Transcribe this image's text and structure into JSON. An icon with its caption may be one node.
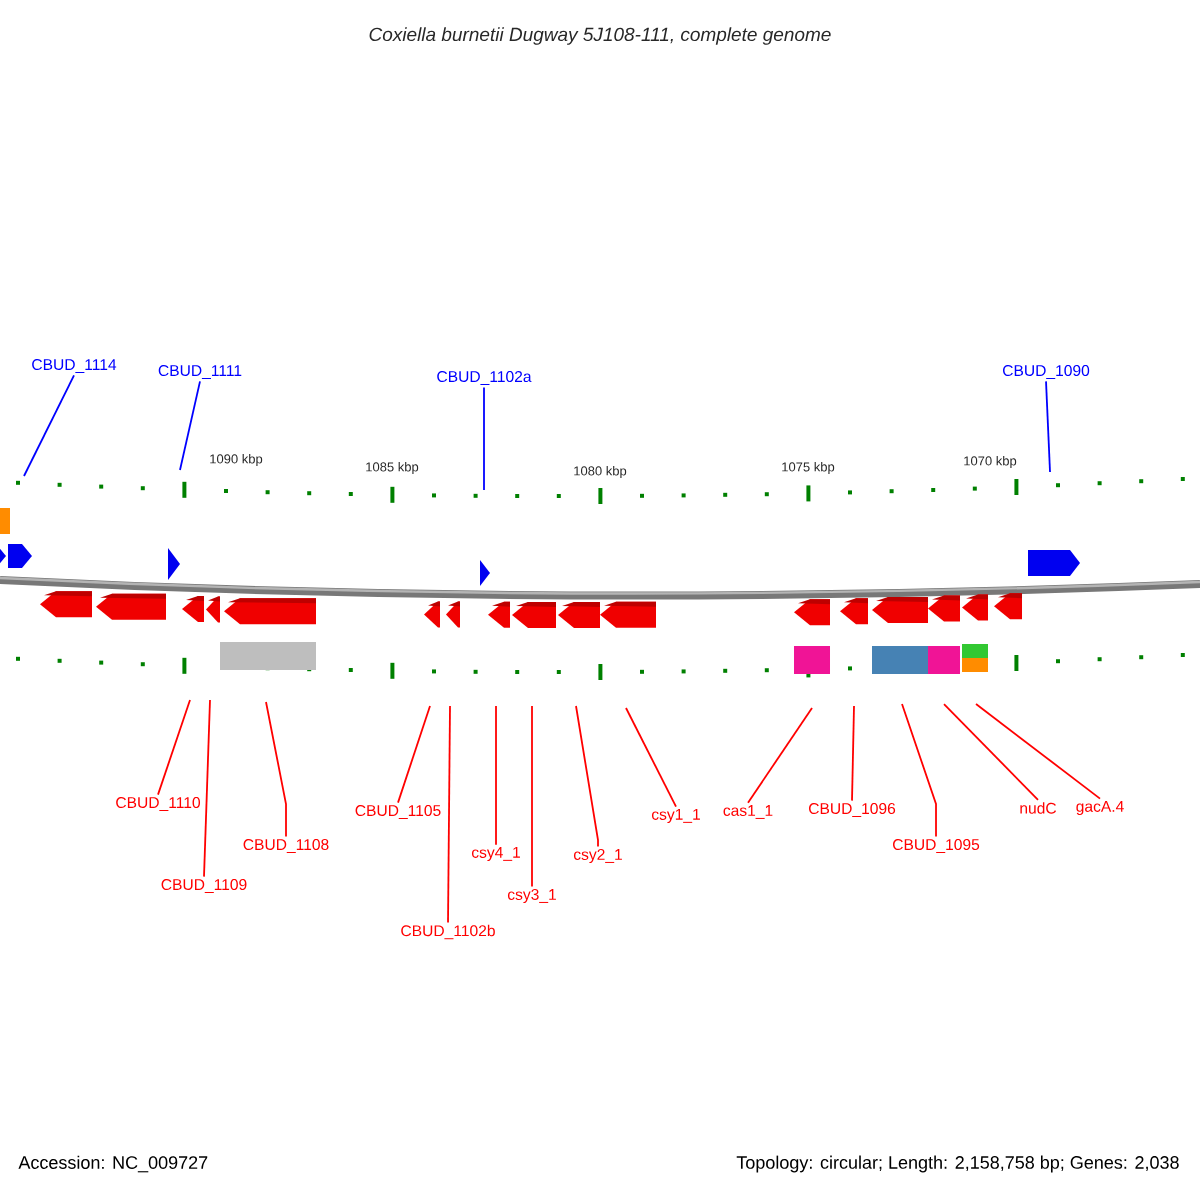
{
  "diagram": {
    "title": "Coxiella burnetii Dugway 5J108-111, complete genome",
    "nodes": [
      {
        "text": [
          "CBUD_1114"
        ]
      },
      {
        "text": [
          "CBUD_1111"
        ]
      },
      {
        "text": [
          "CBUD_1102a"
        ]
      },
      {
        "text": [
          "CBUD_1090"
        ]
      },
      {
        "text": [
          "CBUD_1110"
        ]
      },
      {
        "text": [
          "CBUD_1109"
        ]
      },
      {
        "text": [
          "CBUD_1108"
        ]
      },
      {
        "text": [
          "CBUD_1105"
        ]
      },
      {
        "text": [
          "CBUD_1102b"
        ]
      },
      {
        "text": [
          "csy4_1"
        ]
      },
      {
        "text": [
          "csy3_1"
        ]
      },
      {
        "text": [
          "csy2_1"
        ]
      },
      {
        "text": [
          "csy1_1"
        ]
      },
      {
        "text": [
          "cas1_1"
        ]
      },
      {
        "text": [
          "CBUD_1096"
        ]
      },
      {
        "text": [
          "CBUD_1095"
        ]
      },
      {
        "text": [
          "nudC"
        ]
      },
      {
        "text": [
          "gacA.4"
        ]
      }
    ],
    "edges": [
      {
        "from": 0,
        "to": null,
        "arrow": "none",
        "color": "#0000ff"
      },
      {
        "from": 1,
        "to": null,
        "arrow": "none",
        "color": "#0000ff"
      },
      {
        "from": 2,
        "to": null,
        "arrow": "none",
        "color": "#0000ff"
      },
      {
        "from": 3,
        "to": null,
        "arrow": "none",
        "color": "#0000ff"
      },
      {
        "from": 4,
        "to": null,
        "arrow": "none"
      },
      {
        "from": 5,
        "to": null,
        "arrow": "none"
      },
      {
        "from": 6,
        "to": null,
        "arrow": "none"
      },
      {
        "from": 7,
        "to": null,
        "arrow": "none"
      },
      {
        "from": 8,
        "to": null,
        "arrow": "none"
      },
      {
        "from": 9,
        "to": null,
        "arrow": "none"
      },
      {
        "from": 10,
        "to": null,
        "arrow": "none"
      },
      {
        "from": 11,
        "to": null,
        "arrow": "none"
      },
      {
        "from": 12,
        "to": null,
        "arrow": "none"
      },
      {
        "from": 13,
        "to": null,
        "arrow": "none"
      },
      {
        "from": 14,
        "to": null,
        "arrow": "none"
      },
      {
        "from": 15,
        "to": null,
        "arrow": "none"
      },
      {
        "from": 16,
        "to": null,
        "arrow": "none"
      },
      {
        "from": 17,
        "to": null,
        "arrow": "none"
      }
    ],
    "labels": [
      "1090 kbp",
      "1085 kbp",
      "1080 kbp",
      "1075 kbp",
      "1070 kbp",
      "Accession: NC_009727",
      "Topology: circular; Length: 2,158,758 bp; Genes: 2,038"
    ]
  }
}
